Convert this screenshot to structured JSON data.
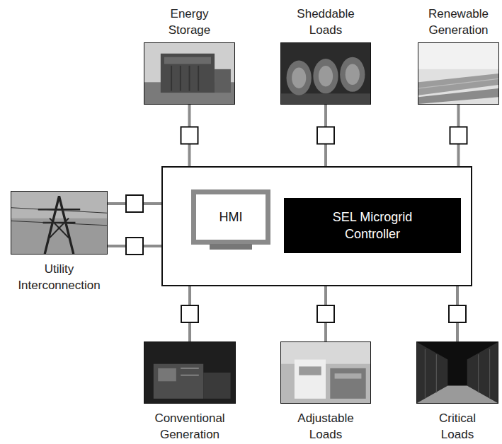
{
  "diagram": {
    "nodes": [
      {
        "text": [
          "Energy Storage"
        ]
      },
      {
        "text": [
          "Sheddable Loads"
        ]
      },
      {
        "text": [
          "Renewable Generation"
        ]
      },
      {
        "text": [
          "Utility Interconnection"
        ]
      },
      {
        "text": []
      },
      {
        "text": [
          "HMI"
        ],
        "in": 4
      },
      {
        "text": [
          "SEL Microgrid Controller"
        ],
        "in": 4
      },
      {
        "text": [
          "Conventional Generation"
        ]
      },
      {
        "text": [
          "Adjustable Loads"
        ]
      },
      {
        "text": [
          "Critical Loads"
        ]
      }
    ],
    "edges": [
      {
        "from": 0,
        "to": 4,
        "arrow": "none"
      },
      {
        "from": 1,
        "to": 4,
        "arrow": "none"
      },
      {
        "from": 2,
        "to": 4,
        "arrow": "none"
      },
      {
        "from": 3,
        "to": 4,
        "arrow": "none"
      },
      {
        "from": 3,
        "to": 4,
        "arrow": "none"
      },
      {
        "from": 7,
        "to": 4,
        "arrow": "none"
      },
      {
        "from": 8,
        "to": 4,
        "arrow": "none"
      },
      {
        "from": 9,
        "to": 4,
        "arrow": "none"
      }
    ]
  }
}
